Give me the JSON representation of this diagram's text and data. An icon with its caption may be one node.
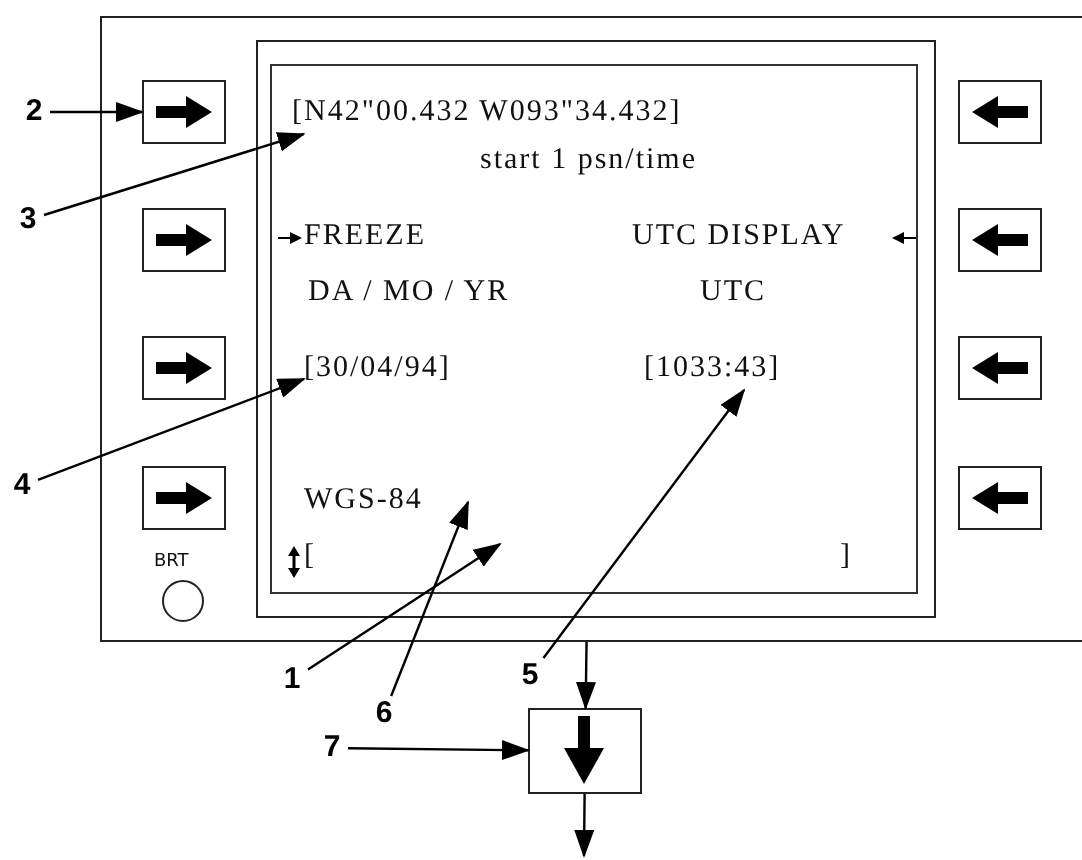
{
  "diagram": {
    "nodes": [
      {
        "text": [],
        "shape": "box"
      },
      {
        "text": [],
        "shape": "box",
        "in": 0
      },
      {
        "text": [
          "[N42\"00.432  W093\"34.432]"
        ],
        "in": 1
      },
      {
        "text": [
          "[30/04/94]"
        ],
        "in": 1
      },
      {
        "text": [
          "[1033:43]"
        ],
        "in": 1
      },
      {
        "text": [
          "WGS-84"
        ],
        "in": 1
      },
      {
        "text": [],
        "shape": "box",
        "in": 0
      },
      {
        "text": [],
        "shape": "box",
        "in": 0
      },
      {
        "text": [],
        "shape": "box",
        "in": 0
      },
      {
        "text": [],
        "shape": "box",
        "in": 0
      },
      {
        "text": [],
        "shape": "box",
        "in": 0
      },
      {
        "text": [],
        "shape": "box",
        "in": 0
      },
      {
        "text": [],
        "shape": "box",
        "in": 0
      },
      {
        "text": [],
        "shape": "box",
        "in": 0
      },
      {
        "text": [
          "1"
        ]
      },
      {
        "text": [
          "2"
        ]
      },
      {
        "text": [
          "3"
        ]
      },
      {
        "text": [
          "4"
        ]
      },
      {
        "text": [
          "5"
        ]
      },
      {
        "text": [
          "6"
        ]
      },
      {
        "text": [
          "7"
        ]
      },
      {
        "text": [],
        "shape": "box"
      }
    ],
    "edges": [
      {
        "from": 14,
        "to": null,
        "arrow": "to"
      },
      {
        "from": 15,
        "to": 6,
        "arrow": "to"
      },
      {
        "from": 16,
        "to": 2,
        "arrow": "to"
      },
      {
        "from": 17,
        "to": 3,
        "arrow": "to"
      },
      {
        "from": 18,
        "to": 4,
        "arrow": "to"
      },
      {
        "from": 19,
        "to": 5,
        "arrow": "to"
      },
      {
        "from": 20,
        "to": 21,
        "arrow": "to"
      },
      {
        "from": 0,
        "to": 21,
        "arrow": "to"
      },
      {
        "from": 21,
        "to": null,
        "arrow": "to"
      }
    ],
    "labels": [
      "start 1 psn/time",
      "FREEZE",
      "UTC DISPLAY",
      "DA / MO / YR",
      "UTC",
      "[",
      "]",
      "BRT"
    ]
  }
}
